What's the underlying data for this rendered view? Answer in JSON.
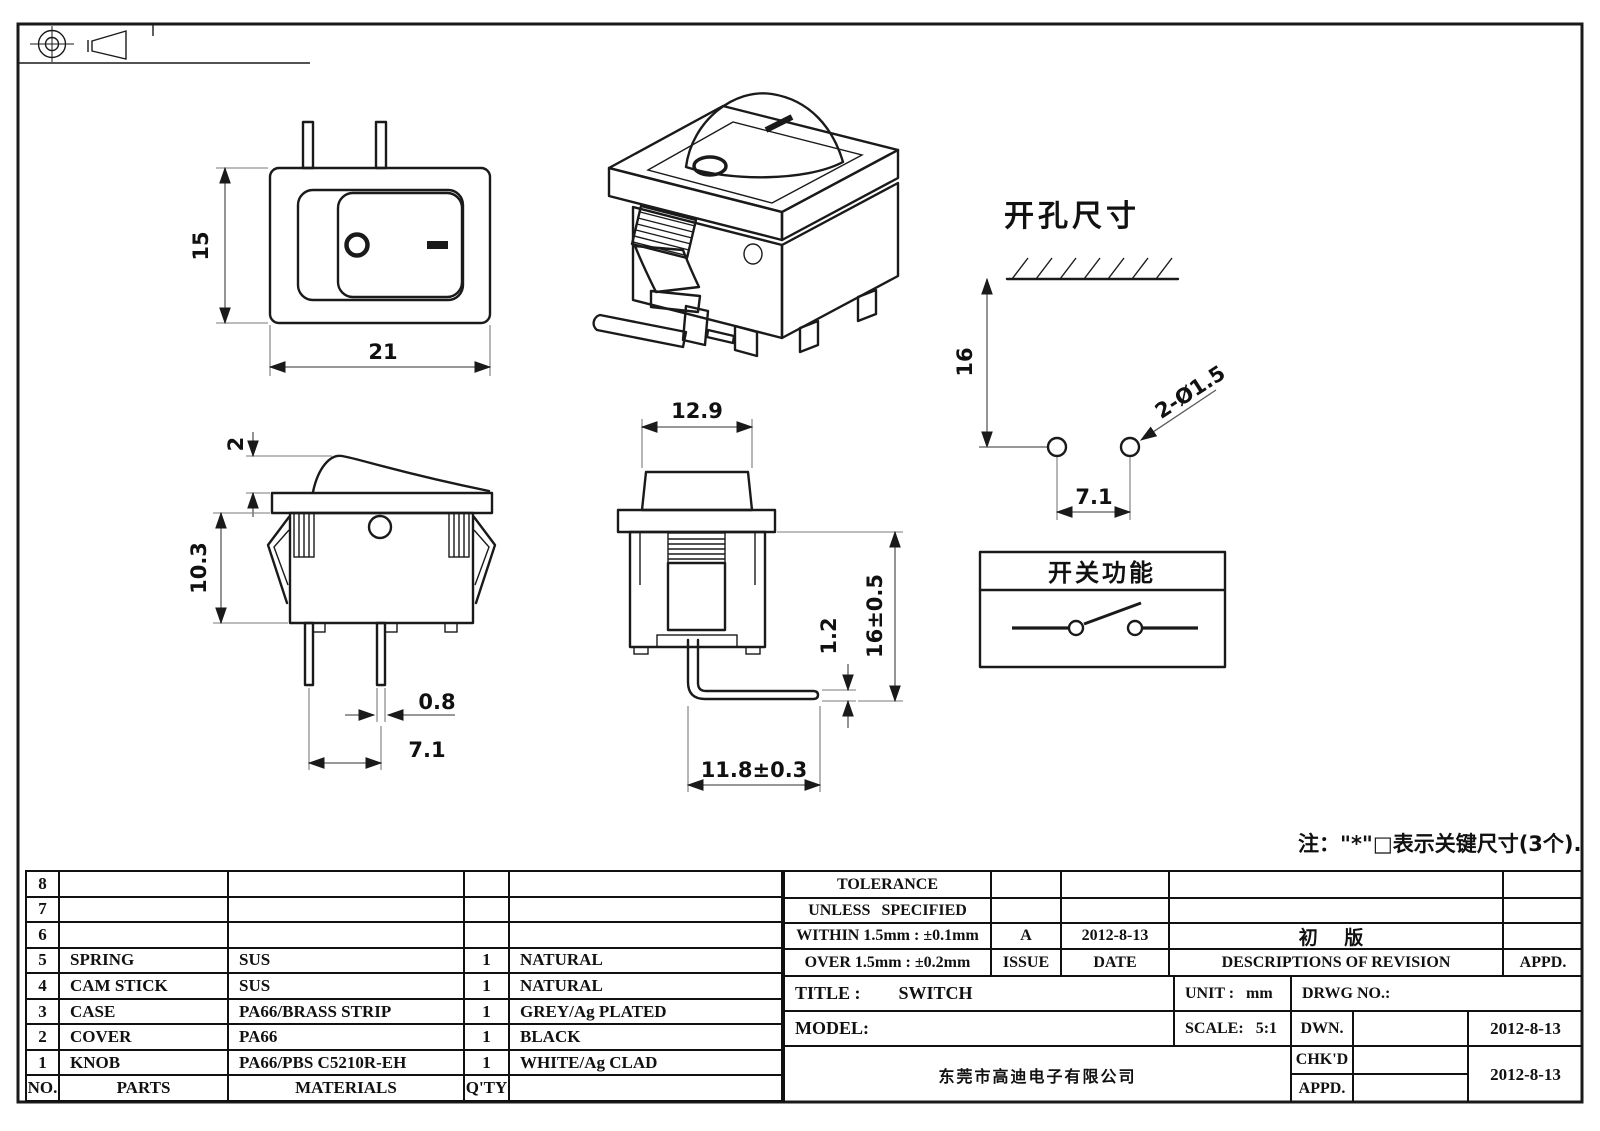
{
  "drawing": {
    "top_view": {
      "dim_height": "15",
      "dim_width": "21"
    },
    "side_view": {
      "dim_protrusion": "2",
      "dim_body_height": "10.3",
      "dim_pin_width": "0.8",
      "dim_pin_pitch": "7.1"
    },
    "front_view": {
      "dim_top_width": "12.9",
      "dim_terminal_thickness": "1.2",
      "dim_total_height": "16±0.5",
      "dim_terminal_length": "11.8±0.3"
    },
    "panel_cutout": {
      "title": "开孔尺寸",
      "dim_edge_distance": "16",
      "dim_hole_pitch": "7.1",
      "hole_callout": "2-Ø1.5"
    },
    "function_box": {
      "title": "开关功能"
    },
    "note": "注：\"*\"□表示关键尺寸(3个)."
  },
  "parts_table": {
    "headers": {
      "no": "NO.",
      "parts": "PARTS",
      "materials": "MATERIALS",
      "qty": "Q'TY",
      "finish": ""
    },
    "rows": [
      {
        "no": "8",
        "parts": "",
        "materials": "",
        "qty": "",
        "finish": ""
      },
      {
        "no": "7",
        "parts": "",
        "materials": "",
        "qty": "",
        "finish": ""
      },
      {
        "no": "6",
        "parts": "",
        "materials": "",
        "qty": "",
        "finish": ""
      },
      {
        "no": "5",
        "parts": "SPRING",
        "materials": "SUS",
        "qty": "1",
        "finish": "NATURAL"
      },
      {
        "no": "4",
        "parts": "CAM STICK",
        "materials": "SUS",
        "qty": "1",
        "finish": "NATURAL"
      },
      {
        "no": "3",
        "parts": "CASE",
        "materials": "PA66/BRASS STRIP",
        "qty": "1",
        "finish": "GREY/Ag PLATED"
      },
      {
        "no": "2",
        "parts": "COVER",
        "materials": "PA66",
        "qty": "1",
        "finish": "BLACK"
      },
      {
        "no": "1",
        "parts": "KNOB",
        "materials": "PA66/PBS C5210R-EH",
        "qty": "1",
        "finish": "WHITE/Ag CLAD"
      }
    ]
  },
  "title_block": {
    "tolerance_line1": "TOLERANCE",
    "tolerance_line2": "UNLESS SPECIFIED",
    "tolerance_within": "WITHIN 1.5mm : ±0.1mm",
    "tolerance_over": "OVER 1.5mm : ±0.2mm",
    "issue_value": "A",
    "issue_label": "ISSUE",
    "date_value": "2012-8-13",
    "date_label": "DATE",
    "revision_value": "初 版",
    "revision_label": "DESCRIPTIONS OF REVISION",
    "appd_col_label": "APPD.",
    "title_label": "TITLE :",
    "title_value": "SWITCH",
    "unit_label": "UNIT :",
    "unit_value": "mm",
    "drwg_label": "DRWG NO.:",
    "model_label": "MODEL:",
    "scale_label": "SCALE:",
    "scale_value": "5:1",
    "dwn_label": "DWN.",
    "dwn_date": "2012-8-13",
    "chkd_label": "CHK'D",
    "chkd_date": "2012-8-13",
    "appd_label": "APPD.",
    "company": "东莞市高迪电子有限公司"
  }
}
